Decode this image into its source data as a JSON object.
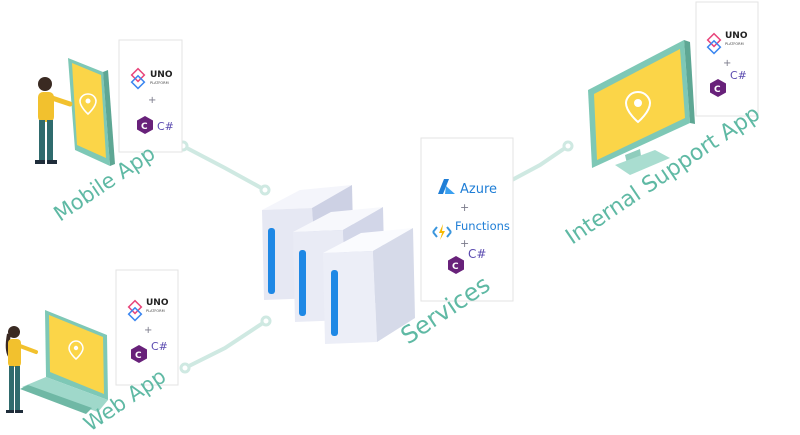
{
  "nodes": {
    "mobile": {
      "label": "Mobile App"
    },
    "web": {
      "label": "Web App"
    },
    "internal": {
      "label": "Internal Support App"
    },
    "services": {
      "label": "Services"
    }
  },
  "cards": {
    "uno_brand": "UNO",
    "uno_sub": "PLATFORM",
    "plus": "+",
    "csharp": "C#",
    "azure": "Azure",
    "functions": "Functions"
  },
  "colors": {
    "accent_teal": "#5fb9a4",
    "screen_yellow": "#fbd548",
    "device_teal": "#7ec8b6",
    "server_blue": "#1e88e5",
    "csharp_purple": "#68217a"
  },
  "icons": [
    "uno-platform-logo-icon",
    "csharp-logo-icon",
    "azure-logo-icon",
    "azure-functions-logo-icon",
    "location-pin-icon",
    "server-icon",
    "tablet-icon",
    "laptop-icon",
    "monitor-icon",
    "person-icon"
  ]
}
